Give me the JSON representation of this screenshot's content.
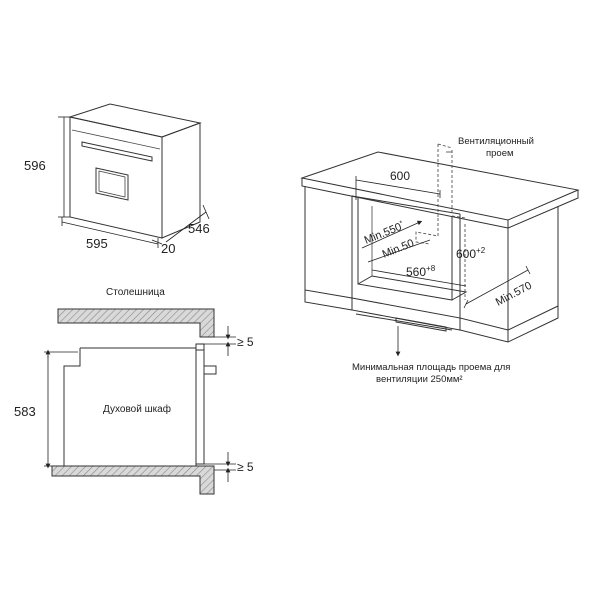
{
  "oven_view": {
    "height": "596",
    "width": "595",
    "depth": "546",
    "offset": "20"
  },
  "section_view": {
    "countertop_label": "Столешница",
    "oven_label": "Духовой шкаф",
    "gap_top": "≥ 5",
    "gap_bottom": "≥ 5",
    "niche_height": "583"
  },
  "cabinet_view": {
    "vent_label_line1": "Вентиляционный",
    "vent_label_line2": "проем",
    "width_600": "600",
    "min_550": "Min.550",
    "min_550_sup": "*",
    "min_50": "Min.50",
    "height_600": "600",
    "height_600_sup": "+2",
    "width_560": "560",
    "width_560_sup": "+8",
    "min_570": "Min.570",
    "vent_area_line1": "Минимальная площадь проема для",
    "vent_area_line2": "вентиляции 250мм²"
  }
}
